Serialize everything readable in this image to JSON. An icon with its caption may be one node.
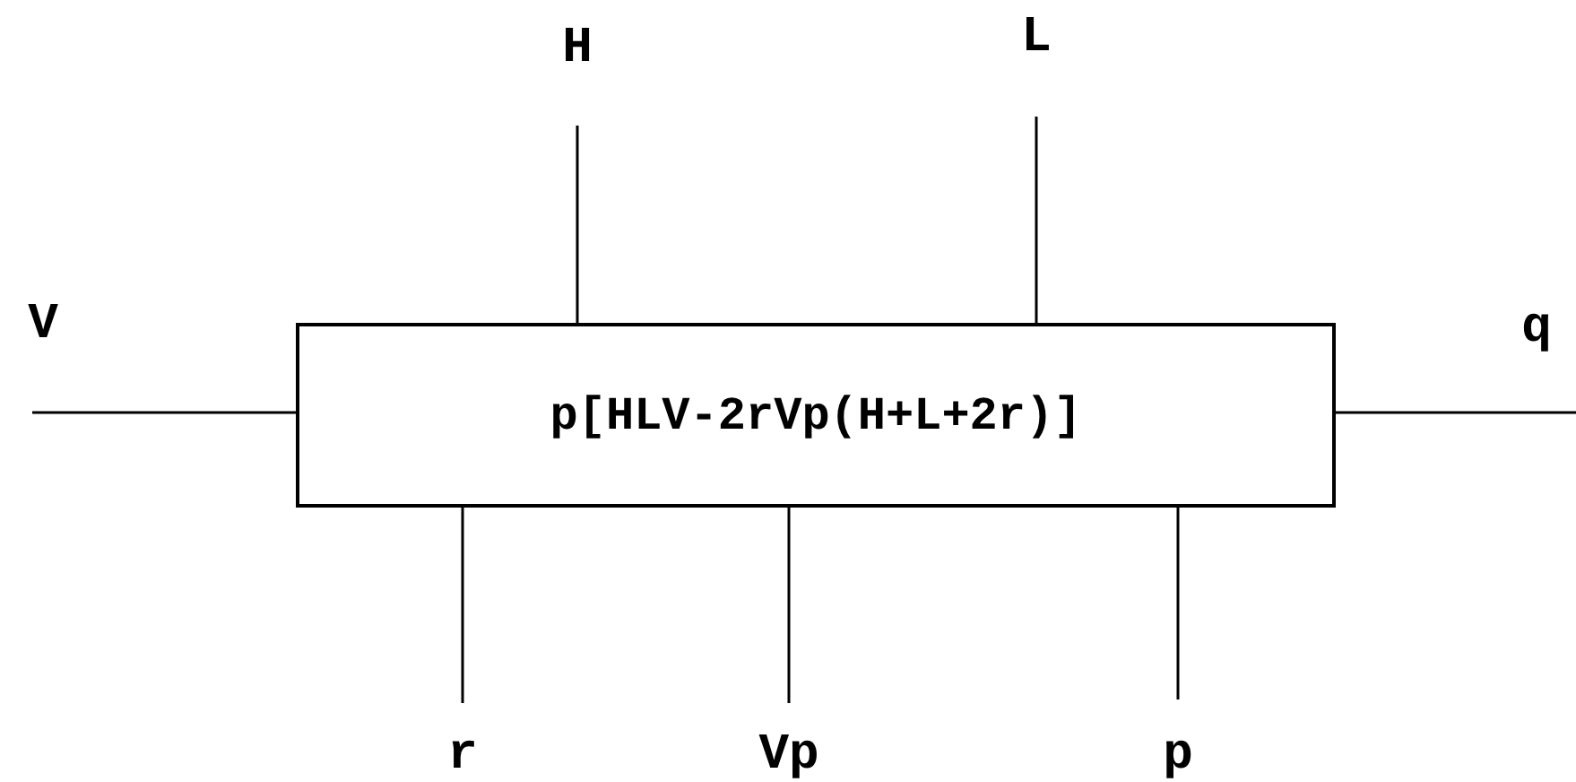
{
  "diagram": {
    "nodes": [
      {
        "text": [
          "H"
        ]
      },
      {
        "text": [
          "L"
        ]
      },
      {
        "text": [
          "V"
        ]
      },
      {
        "text": [
          "p[HLV-2rVp(H+L+2r)]"
        ]
      },
      {
        "text": [
          "q"
        ]
      },
      {
        "text": [
          "r"
        ]
      },
      {
        "text": [
          "Vp"
        ]
      },
      {
        "text": [
          "p"
        ]
      }
    ],
    "edges": [
      {
        "from": 0,
        "to": 3,
        "arrow": "none"
      },
      {
        "from": 1,
        "to": 3,
        "arrow": "none"
      },
      {
        "from": 2,
        "to": 3,
        "arrow": "none"
      },
      {
        "from": 3,
        "to": 4,
        "arrow": "none"
      },
      {
        "from": 5,
        "to": 3,
        "arrow": "none"
      },
      {
        "from": 6,
        "to": 3,
        "arrow": "none"
      },
      {
        "from": 7,
        "to": 3,
        "arrow": "none"
      }
    ]
  }
}
